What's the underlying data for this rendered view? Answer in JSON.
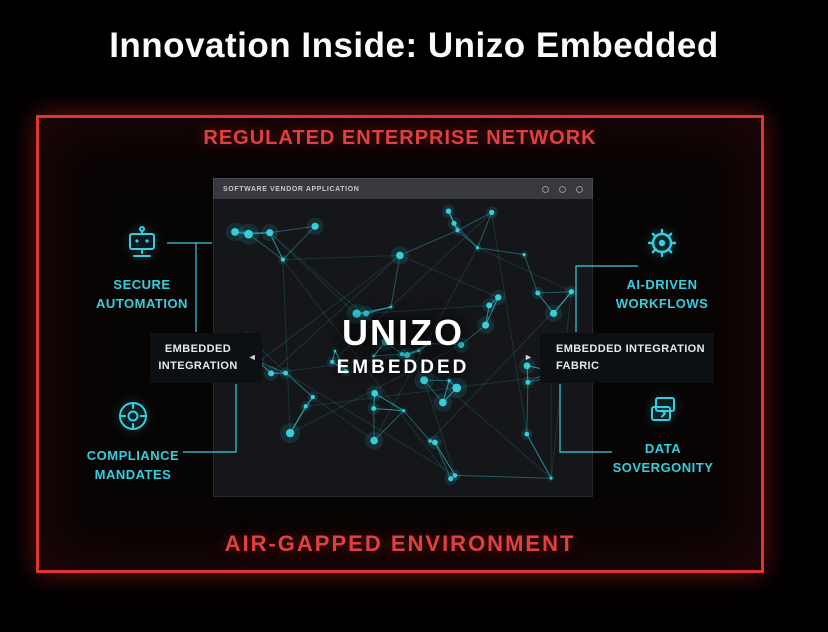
{
  "title": "Innovation Inside: Unizo Embedded",
  "frame": {
    "top_label": "REGULATED ENTERPRISE NETWORK",
    "bottom_label": "AIR-GAPPED ENVIRONMENT"
  },
  "app_window": {
    "titlebar_text": "SOFTWARE VENDOR APPLICATION",
    "window_dots": 3,
    "center_line1": "UNIZO",
    "center_line2": "EMBEDDED"
  },
  "callouts": {
    "secure_automation": {
      "line1": "SECURE",
      "line2": "AUTOMATION",
      "icon": "automation-robot-icon"
    },
    "compliance_mandates": {
      "line1": "COMPLIANCE",
      "line2": "MANDATES",
      "icon": "compliance-badge-icon"
    },
    "ai_workflows": {
      "line1": "AI-DRIVEN",
      "line2": "WORKFLOWS",
      "icon": "ai-gear-icon"
    },
    "data_sovereignty": {
      "line1": "DATA",
      "line2": "SOVERGONITY",
      "icon": "data-sync-icon"
    }
  },
  "tags": {
    "left": {
      "line1": "EMBEDDED",
      "line2": "INTEGRATION"
    },
    "right": {
      "line1": "EMBEDDED INTEGRATION",
      "line2": "FABRIC"
    }
  },
  "icons": {
    "arrow_left": "◄",
    "arrow_right": "►"
  },
  "colors": {
    "accent_cyan": "#35cfe0",
    "accent_red": "#e04040",
    "node_color": "#35d6e6"
  },
  "network_viz": {
    "seed": 11,
    "node_count": 58,
    "extra_links": 24,
    "color": "#35d6e6"
  }
}
